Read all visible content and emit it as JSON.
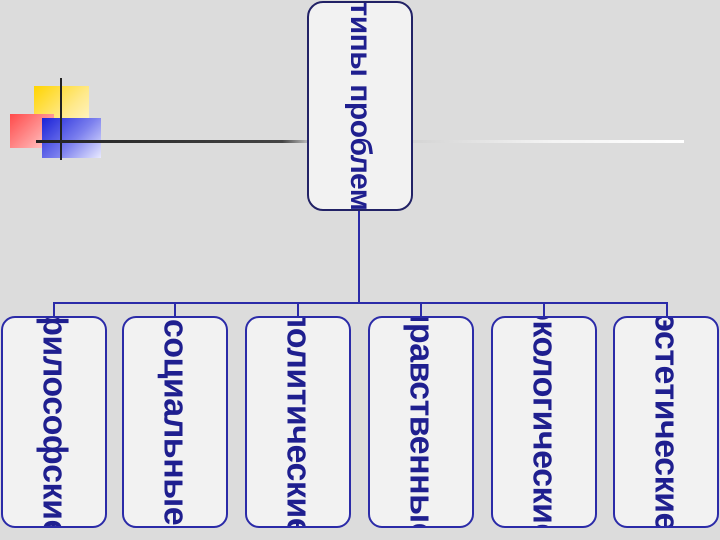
{
  "diagram": {
    "root": {
      "label": "типы проблем"
    },
    "children": [
      {
        "label": "философские"
      },
      {
        "label": "социальные"
      },
      {
        "label": "политические"
      },
      {
        "label": "нравственные"
      },
      {
        "label": "экологические"
      },
      {
        "label": "эстетические"
      }
    ]
  },
  "colors": {
    "box_border": "#2b2ba8",
    "text": "#1f1f8f",
    "background": "#dcdcdc",
    "box_fill": "#f2f2f2"
  },
  "icons": [
    "decorative-squares-icon"
  ]
}
